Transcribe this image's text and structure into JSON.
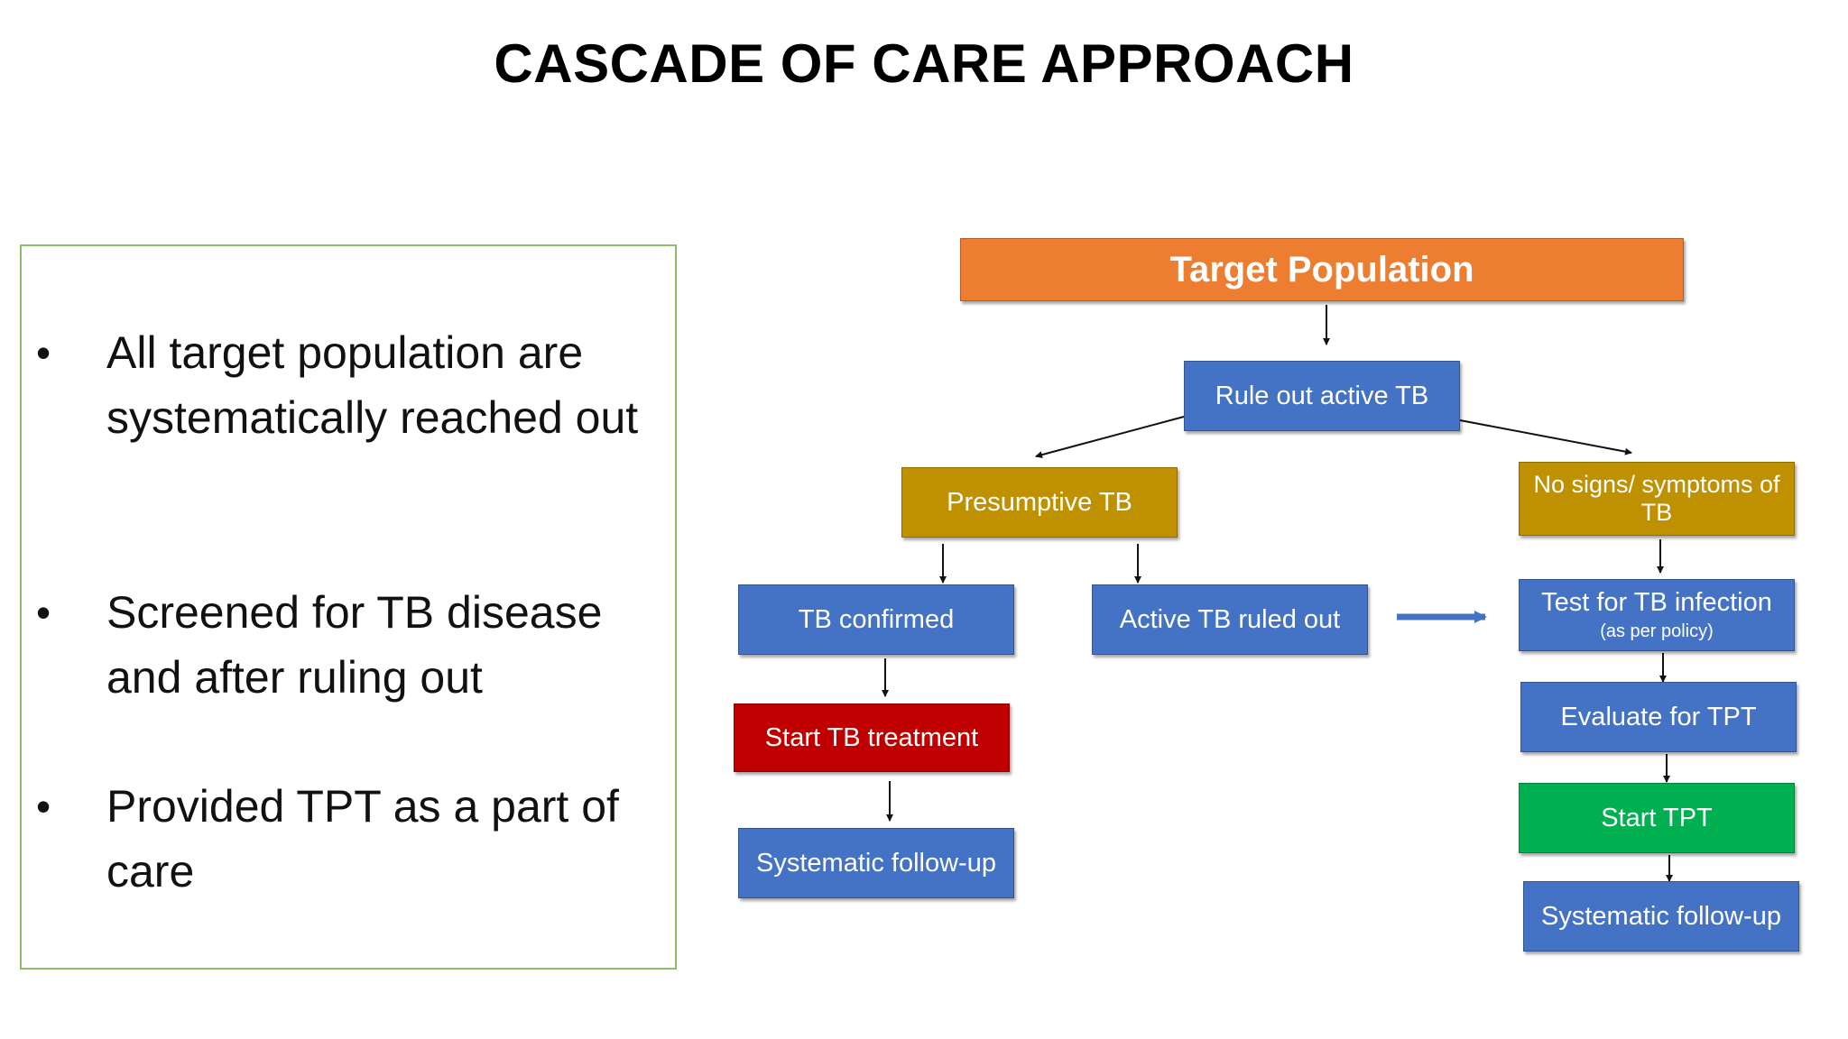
{
  "title": "CASCADE OF CARE APPROACH",
  "bullets": [
    "All target population are systematically reached out",
    "Screened for TB disease and after ruling out",
    "Provided TPT as a part of care"
  ],
  "bullet_symbol": "•",
  "flowchart": {
    "target_population": "Target Population",
    "rule_out": "Rule out active TB",
    "presumptive": "Presumptive TB",
    "no_signs": "No signs/ symptoms of TB",
    "tb_confirmed": "TB confirmed",
    "active_ruled_out": "Active TB ruled out",
    "test_infection": "Test for TB infection",
    "test_infection_note": "(as per policy)",
    "start_tb_treatment": "Start TB treatment",
    "evaluate_tpt": "Evaluate for TPT",
    "start_tpt": "Start TPT",
    "follow_up_left": "Systematic follow-up",
    "follow_up_right": "Systematic follow-up"
  },
  "colors": {
    "orange": "#ed7d31",
    "blue": "#4472c4",
    "gold": "#bf9000",
    "red": "#c00000",
    "green": "#00b050",
    "box_border": "#8cbf6a"
  }
}
